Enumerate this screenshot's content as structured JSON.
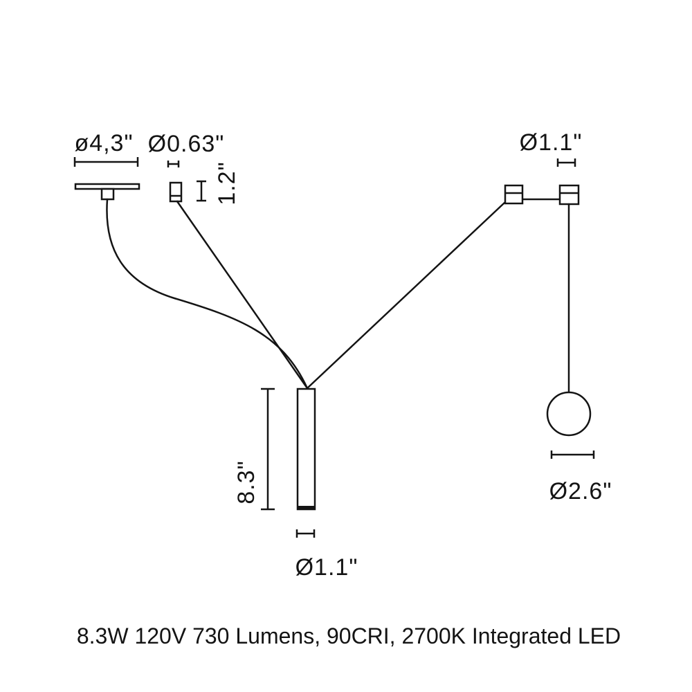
{
  "diagram": {
    "colors": {
      "line": "#141414",
      "background": "#ffffff"
    },
    "labels": {
      "canopy_diameter": "ø4,3\"",
      "driver_diameter": "Ø0.63\"",
      "driver_height": "1.2\"",
      "mount_diameter": "Ø1.1\"",
      "tube_height": "8.3\"",
      "tube_diameter": "Ø1.1\"",
      "globe_diameter": "Ø2.6\""
    },
    "spec_line": "8.3W 120V 730 Lumens, 90CRI, 2700K Integrated LED"
  }
}
